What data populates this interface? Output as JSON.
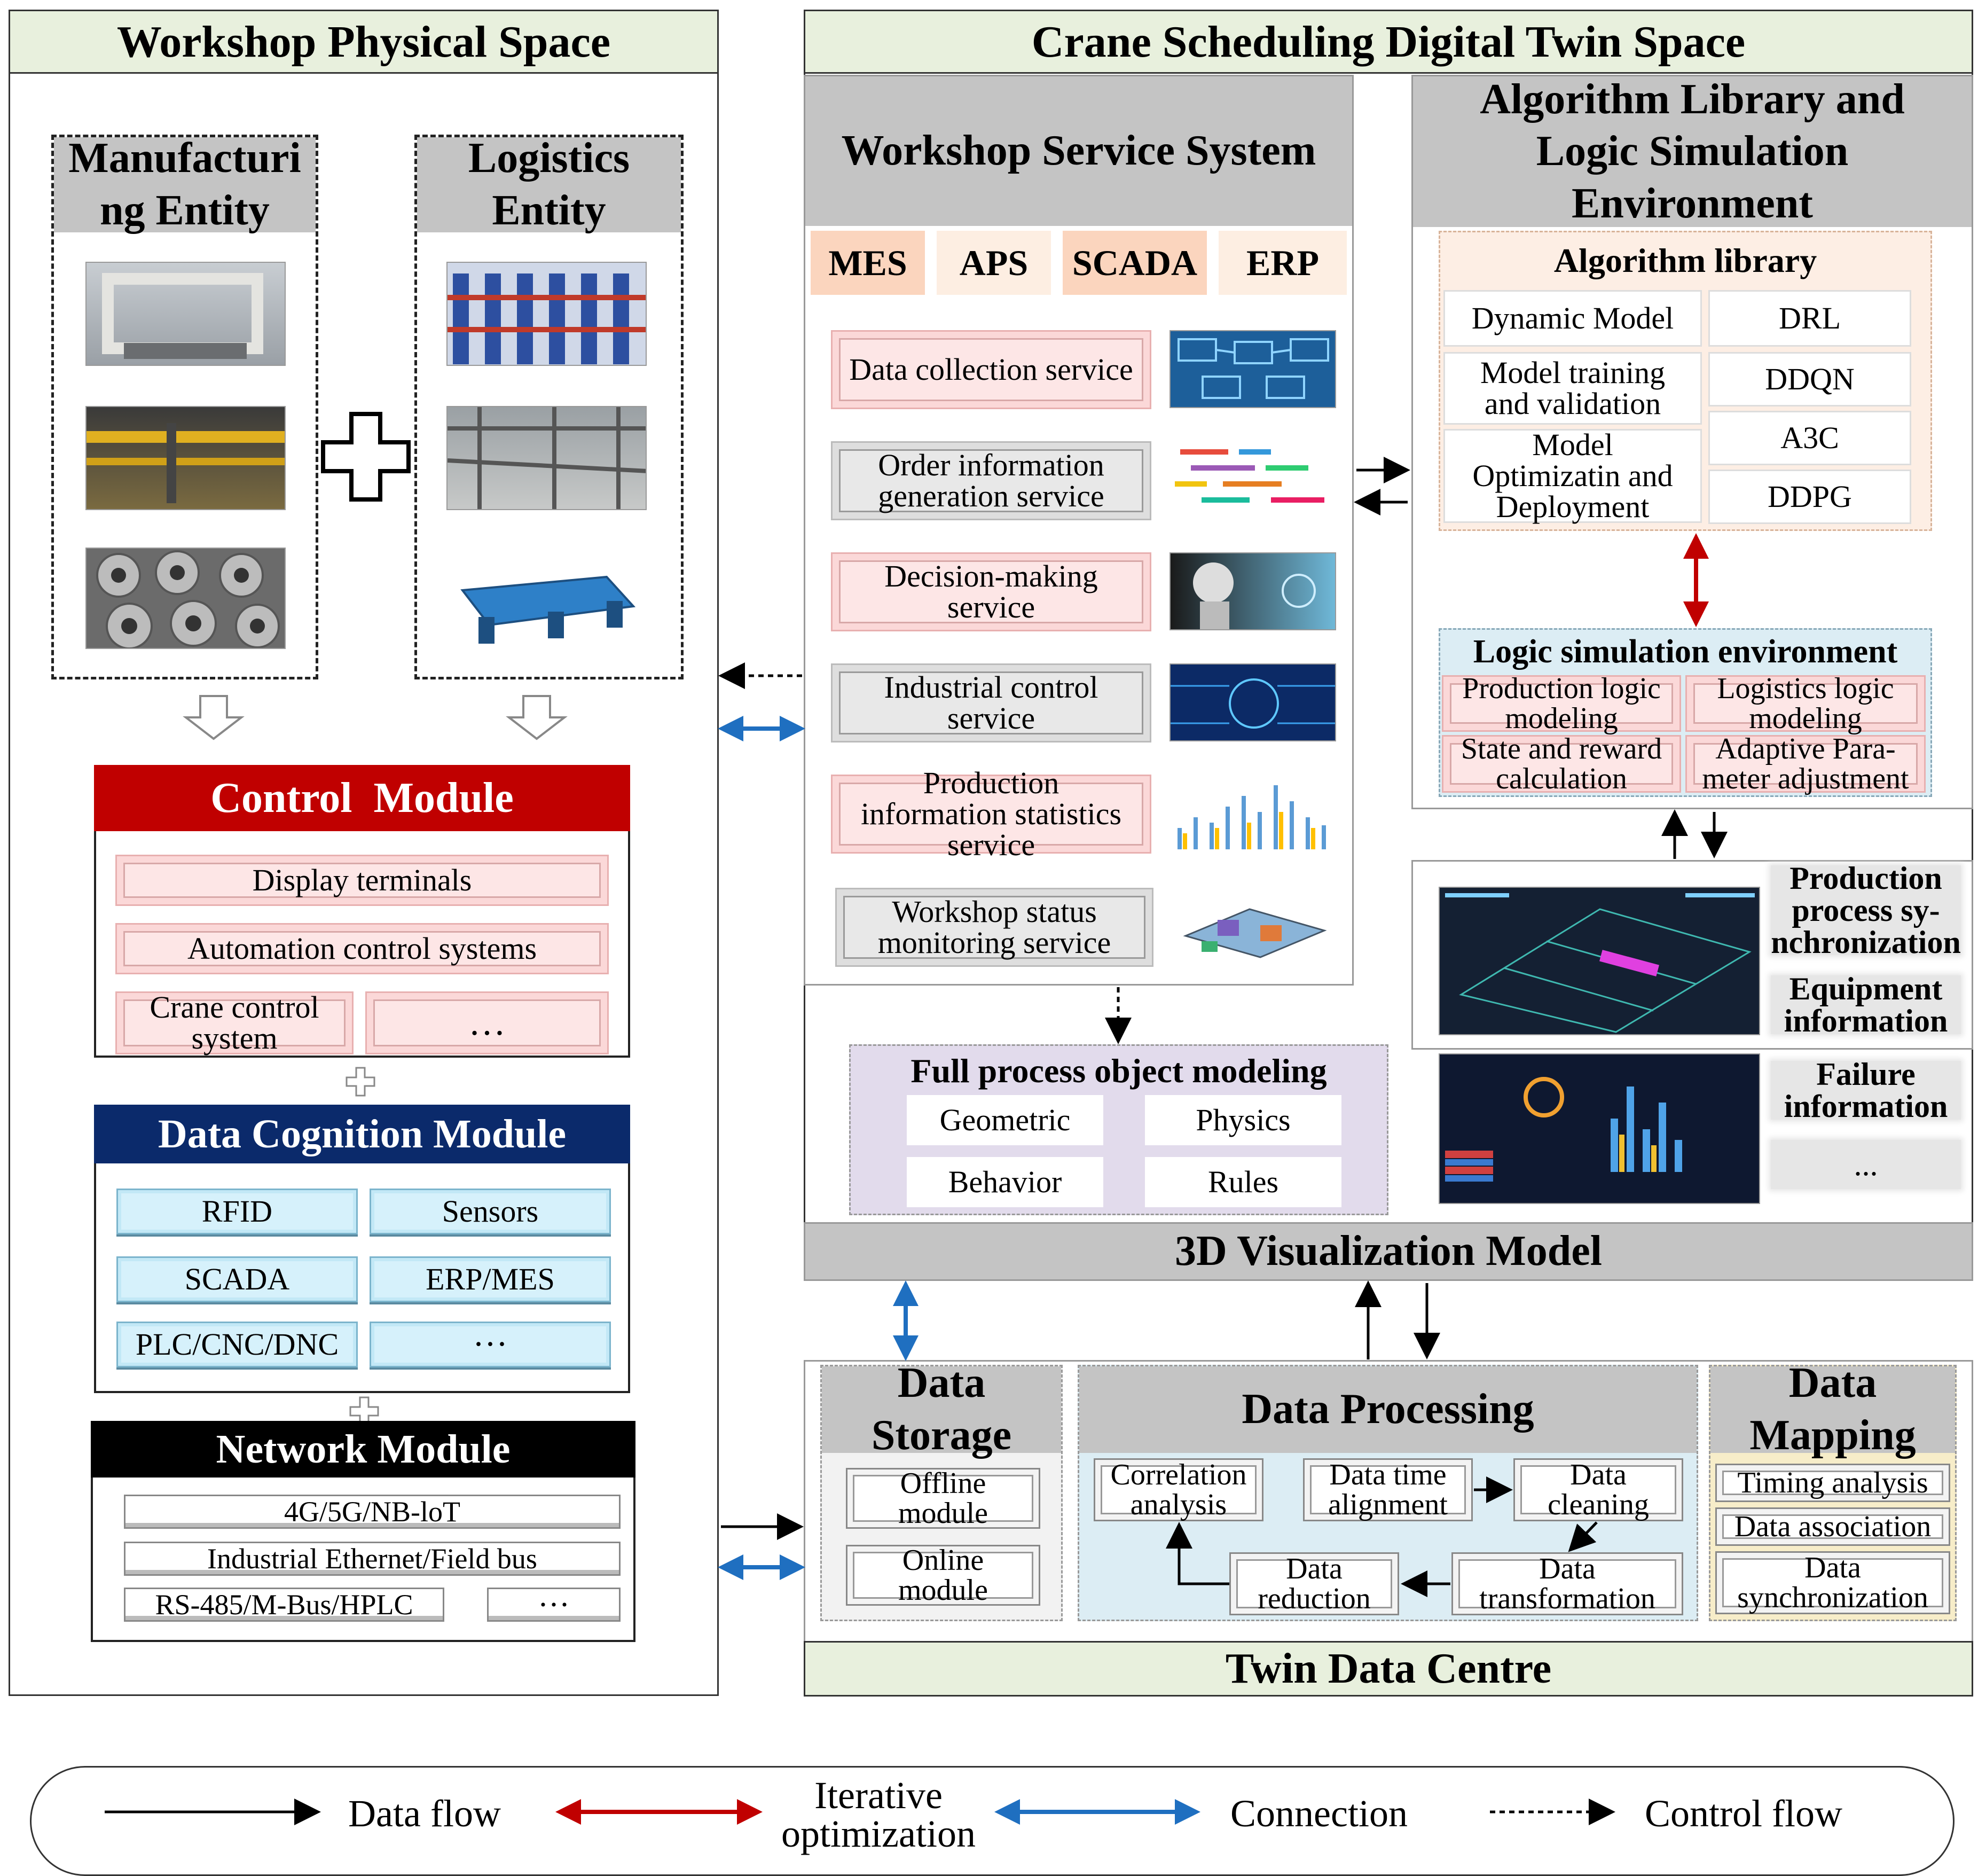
{
  "physical": {
    "title": "Workshop Physical Space",
    "manufacturing_entity": "Manufacturi ng Entity",
    "logistics_entity": "Logistics Entity"
  },
  "control_module": {
    "title": "Control  Module",
    "items": [
      "Display terminals",
      "Automation control systems",
      "Crane control system",
      "…"
    ]
  },
  "data_cognition_module": {
    "title": "Data Cognition Module",
    "items": [
      "RFID",
      "Sensors",
      "SCADA",
      "ERP/MES",
      "PLC/CNC/DNC",
      "···"
    ]
  },
  "network_module": {
    "title": "Network Module",
    "items": [
      "4G/5G/NB-loT",
      "Industrial Ethernet/Field bus",
      "RS-485/M-Bus/HPLC",
      "···"
    ]
  },
  "twin": {
    "title": "Crane Scheduling Digital Twin Space"
  },
  "service_system": {
    "title": "Workshop Service System",
    "tags": [
      "MES",
      "APS",
      "SCADA",
      "ERP"
    ],
    "services": [
      "Data collection service",
      "Order information generation service",
      "Decision-making service",
      "Industrial control service",
      "Production information statistics service",
      "Workshop status monitoring service"
    ]
  },
  "algorithm": {
    "title": "Algorithm Library and Logic Simulation Environment",
    "library_title": "Algorithm library",
    "left_items": [
      "Dynamic Model",
      "Model training and validation",
      "Model Optimizatin and Deployment"
    ],
    "right_items": [
      "DRL",
      "DDQN",
      "A3C",
      "DDPG"
    ],
    "logic_title": "Logic simulation environment",
    "logic_items": [
      "Production logic modeling",
      "Logistics logic modeling",
      "State and reward calculation",
      "Adaptive Para-meter adjustment"
    ]
  },
  "visualization": {
    "title": "3D Visualization Model",
    "modeling_title": "Full process object modeling",
    "modeling_items": [
      "Geometric",
      "Physics",
      "Behavior",
      "Rules"
    ],
    "side_labels": [
      "Production process sy-nchronization",
      "Equipment information",
      "Failure information",
      "..."
    ]
  },
  "data_centre": {
    "title": "Twin Data Centre",
    "storage_title": "Data Storage",
    "storage_items": [
      "Offline module",
      "Online module"
    ],
    "processing_title": "Data Processing",
    "processing_items": [
      "Correlation analysis",
      "Data time alignment",
      "Data cleaning",
      "Data reduction",
      "Data transformation"
    ],
    "mapping_title": "Data Mapping",
    "mapping_items": [
      "Timing analysis",
      "Data association",
      "Data synchronization"
    ]
  },
  "legend": {
    "items": [
      "Data flow",
      "Iterative optimization",
      "Connection",
      "Control flow"
    ],
    "colors": {
      "data_flow": "#000000",
      "iterative": "#c00000",
      "connection": "#1f6fc0",
      "control": "#000000"
    }
  },
  "colors": {
    "control_header": "#c00000",
    "cognition_header": "#0b2a6b",
    "network_header": "#000000",
    "header_green": "#e8f0dd",
    "header_gray": "#c4c4c4"
  }
}
